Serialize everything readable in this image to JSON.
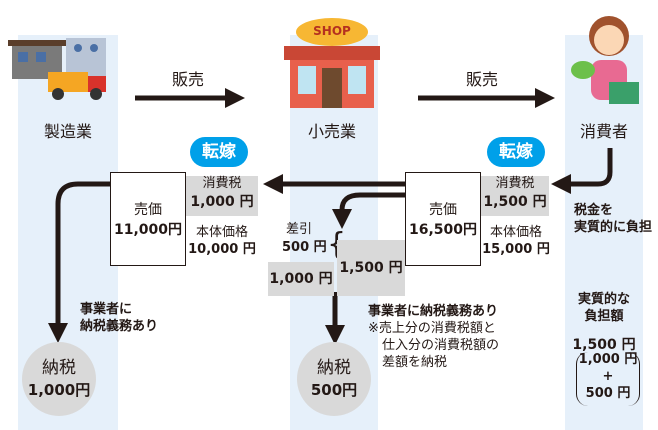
{
  "nodes": {
    "manufacturer": "製造業",
    "retailer": "小売業",
    "consumer": "消費者",
    "shop_sign": "SHOP"
  },
  "arrows": {
    "sale_1": "販売",
    "sale_2": "販売"
  },
  "shift_label_1": "転嫁",
  "shift_label_2": "転嫁",
  "manufacturer_sale": {
    "price_label": "売価",
    "price_value": "11,000円",
    "tax_label": "消費税",
    "tax_value": "1,000 円",
    "base_label": "本体価格",
    "base_value": "10,000 円"
  },
  "retailer_sale": {
    "price_label": "売価",
    "price_value": "16,500円",
    "tax_label": "消費税",
    "tax_value": "1,500 円",
    "base_label": "本体価格",
    "base_value": "15,000 円"
  },
  "difference": {
    "label": "差引",
    "value": "500 円",
    "brace": "{",
    "left_box": "1,000 円",
    "right_box": "1,500 円"
  },
  "manufacturer_note": {
    "line1": "事業者に",
    "line2": "納税義務あり"
  },
  "retailer_note": {
    "title": "事業者に納税義務あり",
    "line1": "※売上分の消費税額と",
    "line2": "仕入分の消費税額の",
    "line3": "差額を納税"
  },
  "consumer_note": {
    "line1": "税金を",
    "line2": "実質的に負担"
  },
  "manufacturer_tax": {
    "label": "納税",
    "value": "1,000円"
  },
  "retailer_tax": {
    "label": "納税",
    "value": "500円"
  },
  "consumer_burden": {
    "line1": "実質的な",
    "line2": "負担額",
    "value": "1,500 円",
    "part1": "1,000 円",
    "plus": "+",
    "part2": "500 円"
  },
  "colors": {
    "column_bg": "#e6f0fa",
    "accent": "#00a0e9",
    "box_gray": "#d9d9d9"
  }
}
